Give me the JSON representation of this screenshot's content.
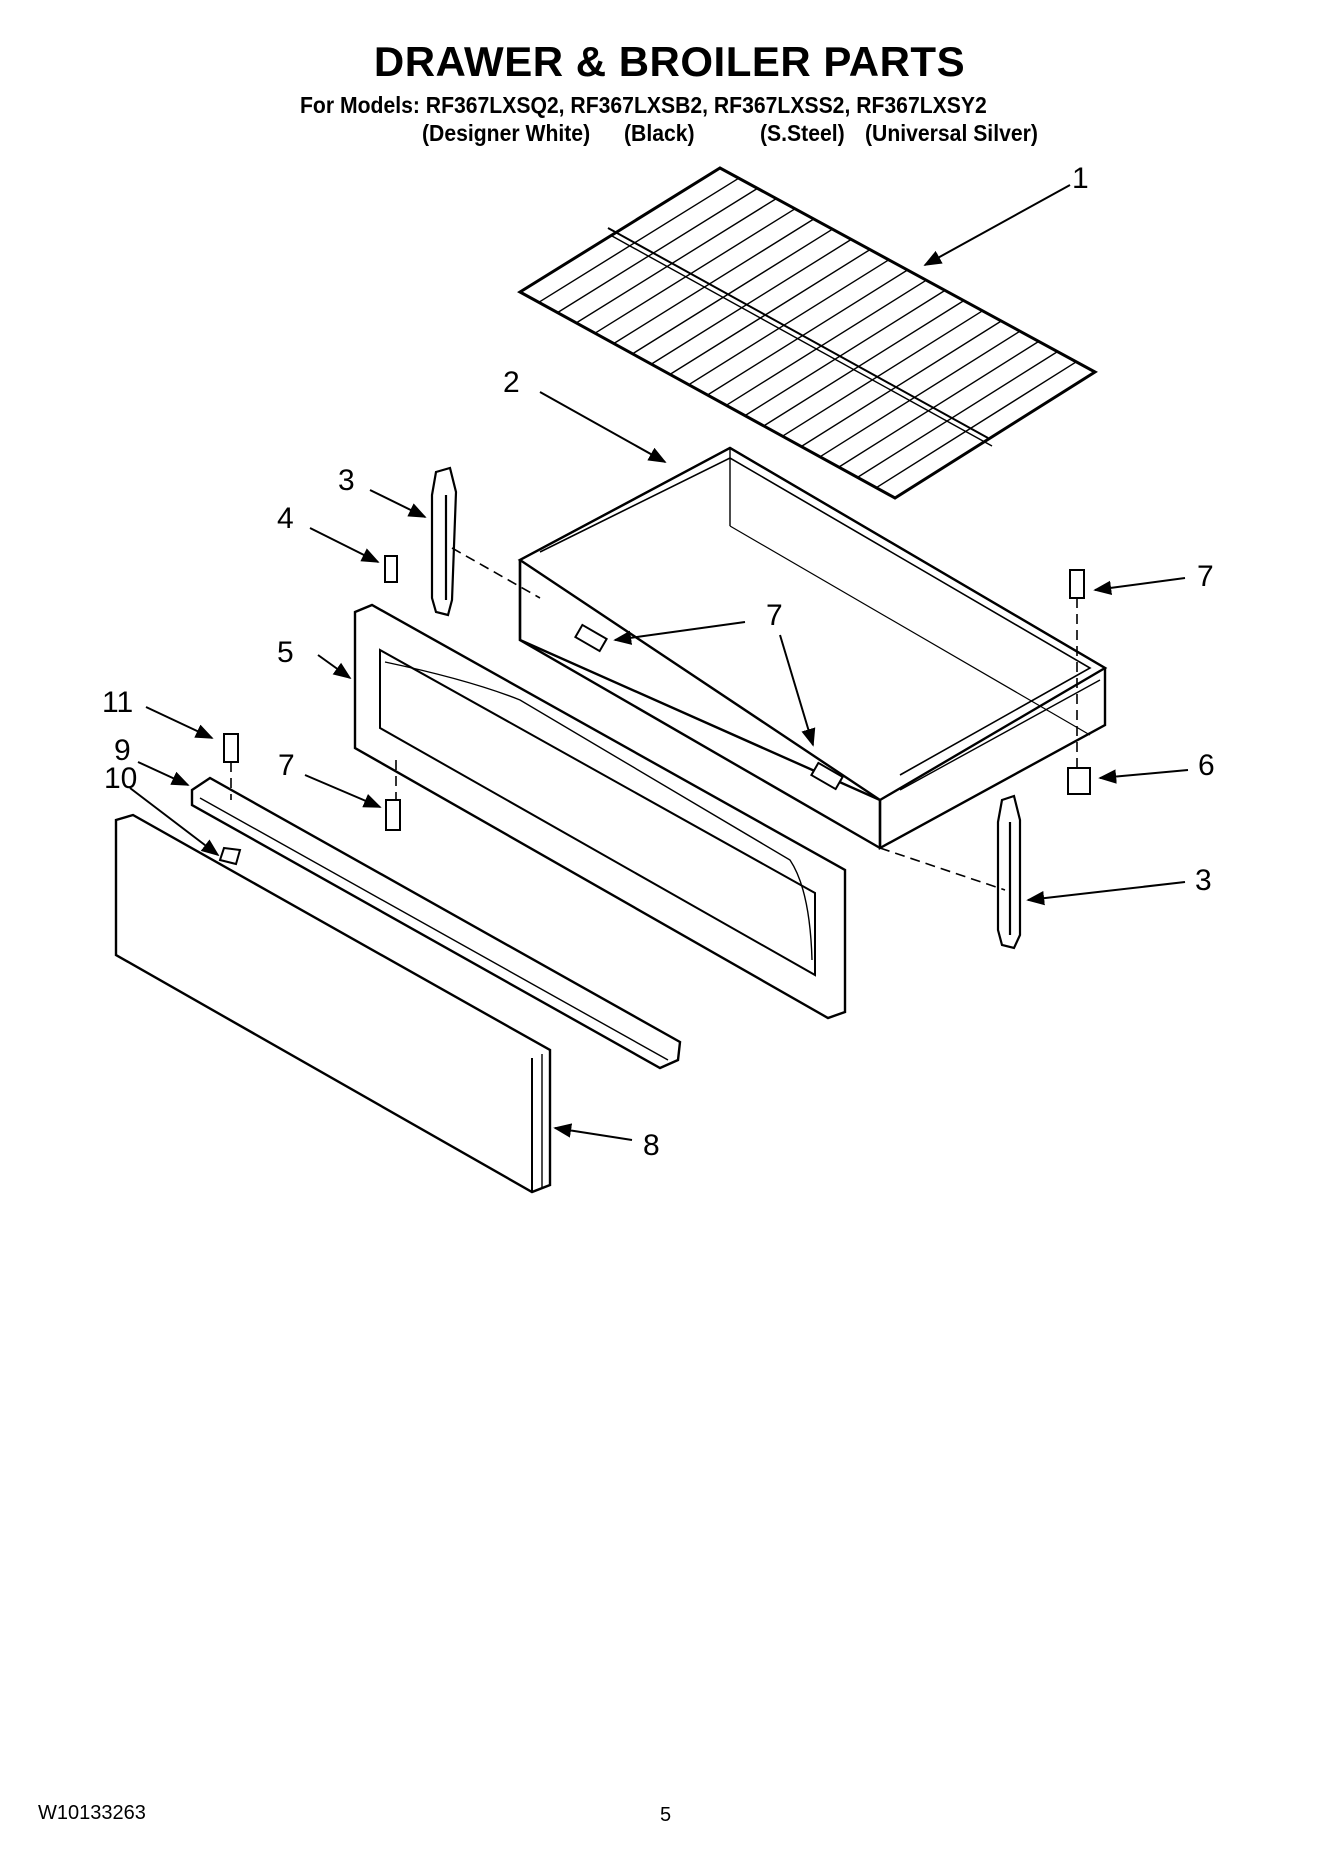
{
  "title": "DRAWER & BROILER PARTS",
  "models_line": "For Models: RF367LXSQ2, RF367LXSB2, RF367LXSS2, RF367LXSY2",
  "colors": [
    "(Designer White)",
    "(Black)",
    "(S.Steel)",
    "(Universal Silver)"
  ],
  "callouts": {
    "c1": "1",
    "c2": "2",
    "c3a": "3",
    "c3b": "3",
    "c4": "4",
    "c5": "5",
    "c6": "6",
    "c7a": "7",
    "c7b": "7",
    "c7c": "7",
    "c8": "8",
    "c9": "9",
    "c10": "10",
    "c11": "11"
  },
  "footer": {
    "doc_number": "W10133263",
    "page": "5"
  }
}
